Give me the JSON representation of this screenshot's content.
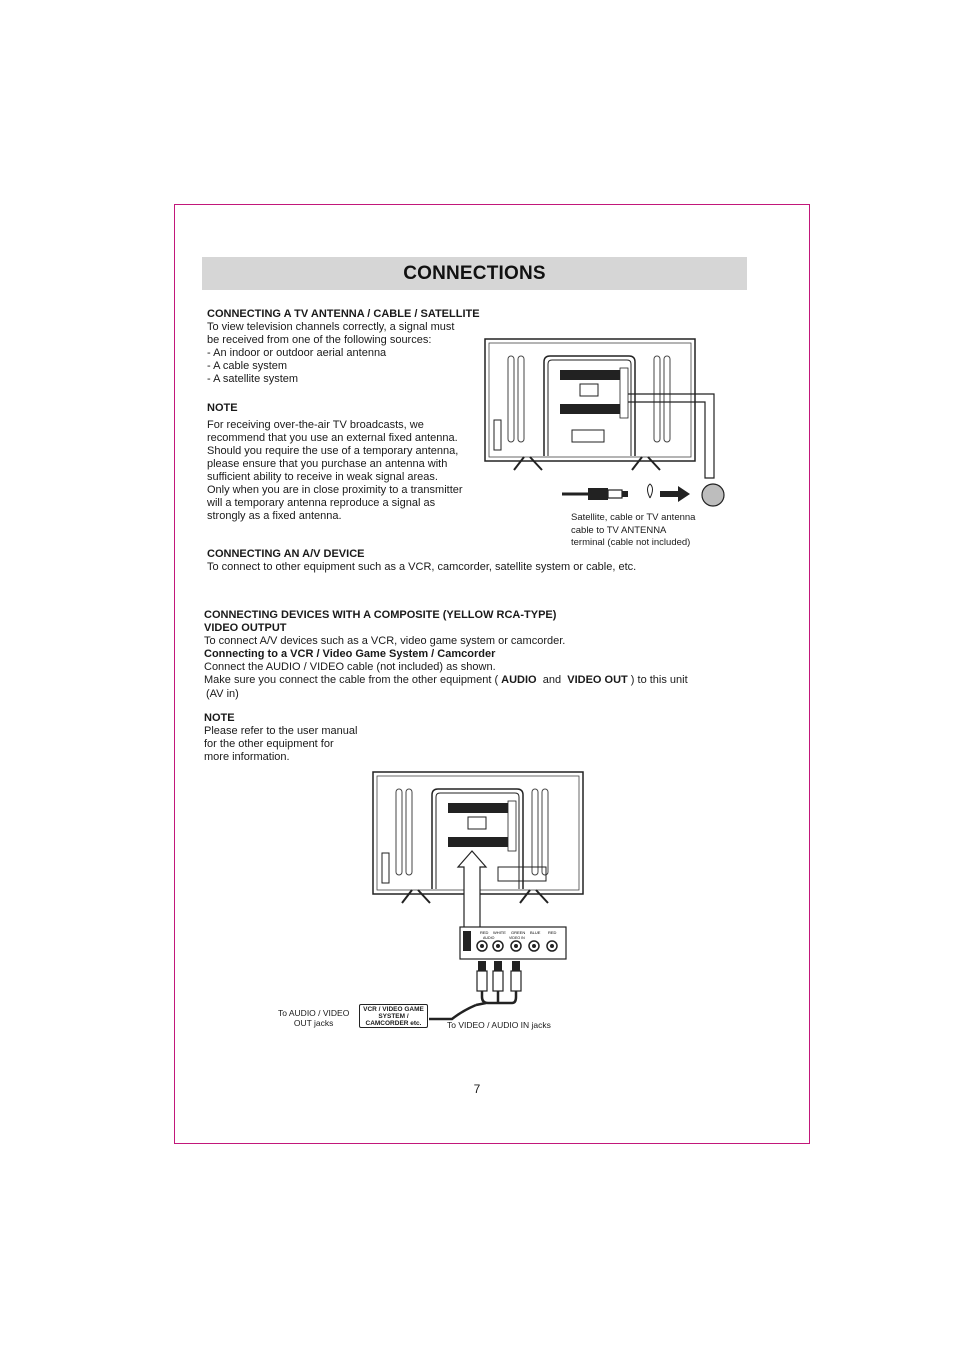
{
  "title": "CONNECTIONS",
  "section_antenna": {
    "heading": "CONNECTING A TV ANTENNA / CABLE / SATELLITE",
    "lines": [
      "To view television channels correctly, a signal must",
      "be received from one of the following sources:",
      "- An indoor or outdoor aerial antenna",
      "- A cable system",
      "- A satellite system"
    ]
  },
  "note1": {
    "heading": "NOTE",
    "lines": [
      "For receiving over-the-air TV broadcasts, we",
      "recommend that you use an external fixed antenna.",
      "Should you require the use of a temporary antenna,",
      "please ensure that you purchase an antenna with",
      "sufficient ability to receive in weak signal areas.",
      "Only when you are in close proximity to a transmitter",
      "will a temporary antenna reproduce a signal as",
      "strongly as a fixed antenna."
    ]
  },
  "antenna_caption": [
    "Satellite, cable or TV antenna",
    "cable to TV ANTENNA",
    "terminal (cable not included)"
  ],
  "section_av": {
    "heading": "CONNECTING AN A/V DEVICE",
    "text": "To connect to other equipment such as a VCR, camcorder, satellite system or cable, etc."
  },
  "section_composite": {
    "heading_line1": "CONNECTING DEVICES WITH A COMPOSITE (YELLOW RCA-TYPE)",
    "heading_line2": "VIDEO OUTPUT",
    "intro": "To connect A/V devices such as a VCR, video game system or camcorder.",
    "subheading": "Connecting to a VCR / Video Game System / Camcorder",
    "line1": "Connect the AUDIO / VIDEO cable (not included) as shown.",
    "line2_pre": "Make sure you connect the cable from the other equipment ( ",
    "line2_audio": "AUDIO",
    "line2_and": "and",
    "line2_video": "VIDEO OUT",
    "line2_post": " ) to this unit",
    "line3": "(AV in)"
  },
  "note2": {
    "heading": "NOTE",
    "lines": [
      "Please refer to the user manual",
      "for the other equipment for",
      "more information."
    ]
  },
  "diagram2": {
    "left_label": [
      "To AUDIO / VIDEO",
      "OUT jacks"
    ],
    "device_box": [
      "VCR / VIDEO GAME",
      "SYSTEM /",
      "CAMCORDER etc."
    ],
    "right_label": "To VIDEO / AUDIO  IN jacks",
    "jack_labels": [
      "RED",
      "WHITE",
      "GREEN",
      "BLUE",
      "RED"
    ],
    "jack_sublabels": [
      "AUDIO",
      "VIDEO IN"
    ]
  },
  "page_number": "7"
}
